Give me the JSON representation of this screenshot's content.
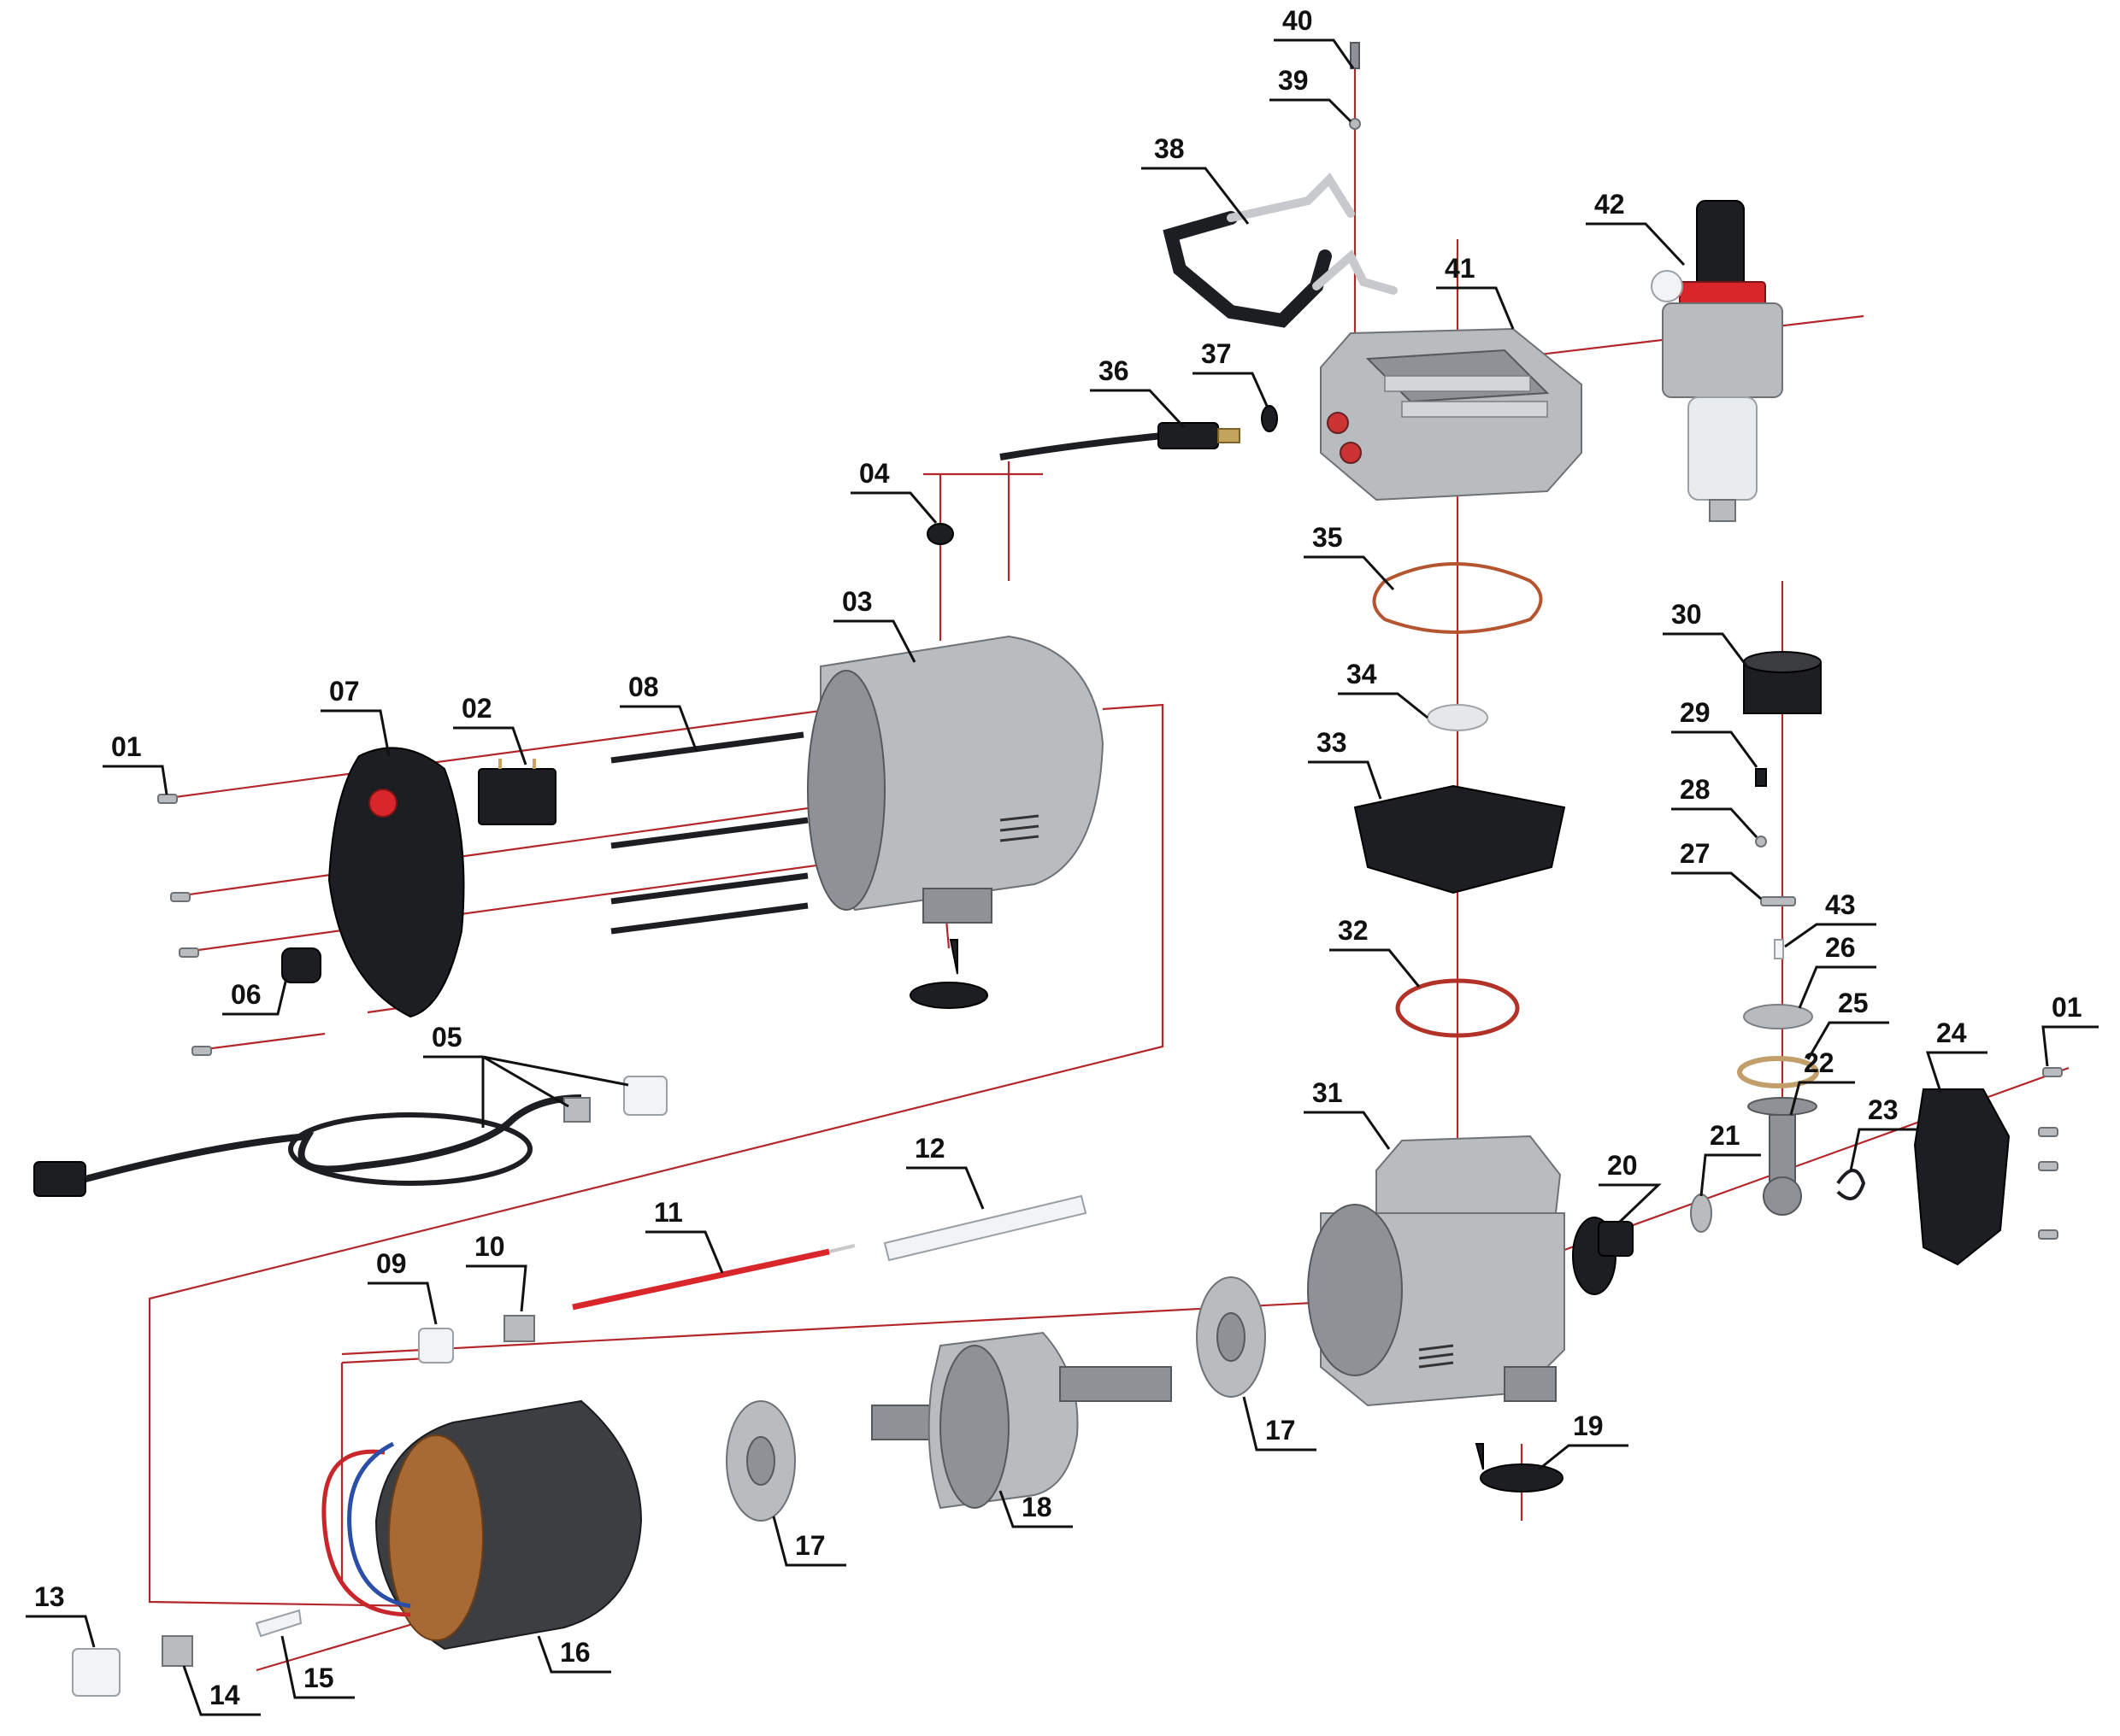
{
  "labels": {
    "p01a": "01",
    "p01b": "01",
    "p02": "02",
    "p03": "03",
    "p04": "04",
    "p05": "05",
    "p06": "06",
    "p07": "07",
    "p08": "08",
    "p09": "09",
    "p10": "10",
    "p11": "11",
    "p12": "12",
    "p13": "13",
    "p14": "14",
    "p15": "15",
    "p16": "16",
    "p17a": "17",
    "p17b": "17",
    "p18": "18",
    "p19": "19",
    "p20": "20",
    "p21": "21",
    "p22": "22",
    "p23": "23",
    "p24": "24",
    "p25": "25",
    "p26": "26",
    "p27": "27",
    "p28": "28",
    "p29": "29",
    "p30": "30",
    "p31": "31",
    "p32": "32",
    "p33": "33",
    "p34": "34",
    "p35": "35",
    "p36": "36",
    "p37": "37",
    "p38": "38",
    "p39": "39",
    "p40": "40",
    "p41": "41",
    "p42": "42",
    "p43": "43"
  },
  "colors": {
    "assembly_line": "#b3262a",
    "aluminum": "#b9bcbf",
    "rubber_black": "#1d1e21",
    "copper_winding": "#a86a34",
    "red_cap": "#d9262b"
  }
}
